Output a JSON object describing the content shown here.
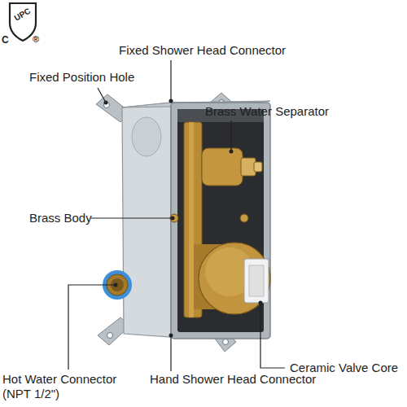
{
  "diagram": {
    "labels": [
      "UPC",
      "C",
      "®",
      "Fixed Shower Head Connector",
      "Fixed Position Hole",
      "Brass Water Separator",
      "Brass Body",
      "Hot Water Connector (NPT 1/2\")",
      "Hand Shower Head Connector",
      "Ceramic Valve Core"
    ]
  }
}
